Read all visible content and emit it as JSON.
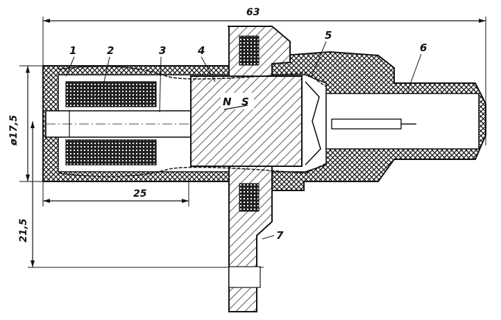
{
  "dimensions": {
    "overall_length": "63",
    "body_diameter": "ø17,5",
    "magnet_length": "25",
    "mount_offset": "21,5"
  },
  "callouts": [
    "1",
    "2",
    "3",
    "4",
    "5",
    "6",
    "7"
  ],
  "magnet_poles": {
    "north": "N",
    "south": "S"
  }
}
